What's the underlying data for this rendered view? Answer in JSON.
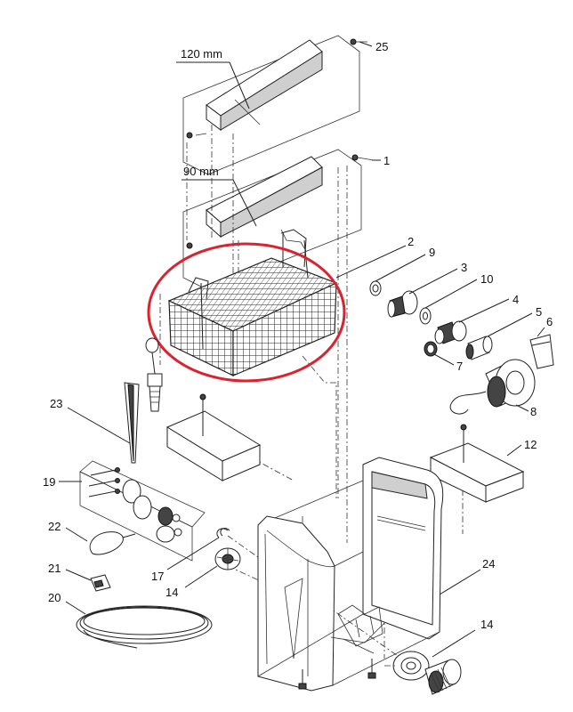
{
  "dimensions": {
    "top_shelf": "120 mm",
    "middle_shelf": "90 mm"
  },
  "callouts": {
    "c25": "25",
    "c1": "1",
    "c2": "2",
    "c9": "9",
    "c3": "3",
    "c10": "10",
    "c4": "4",
    "c5": "5",
    "c6": "6",
    "c7": "7",
    "c8": "8",
    "c23": "23",
    "c12": "12",
    "c19": "19",
    "c22": "22",
    "c21": "21",
    "c17": "17",
    "c14a": "14",
    "c24": "24",
    "c20": "20",
    "c14b": "14"
  },
  "highlight": {
    "color": "#d9232e",
    "target": "basket"
  }
}
